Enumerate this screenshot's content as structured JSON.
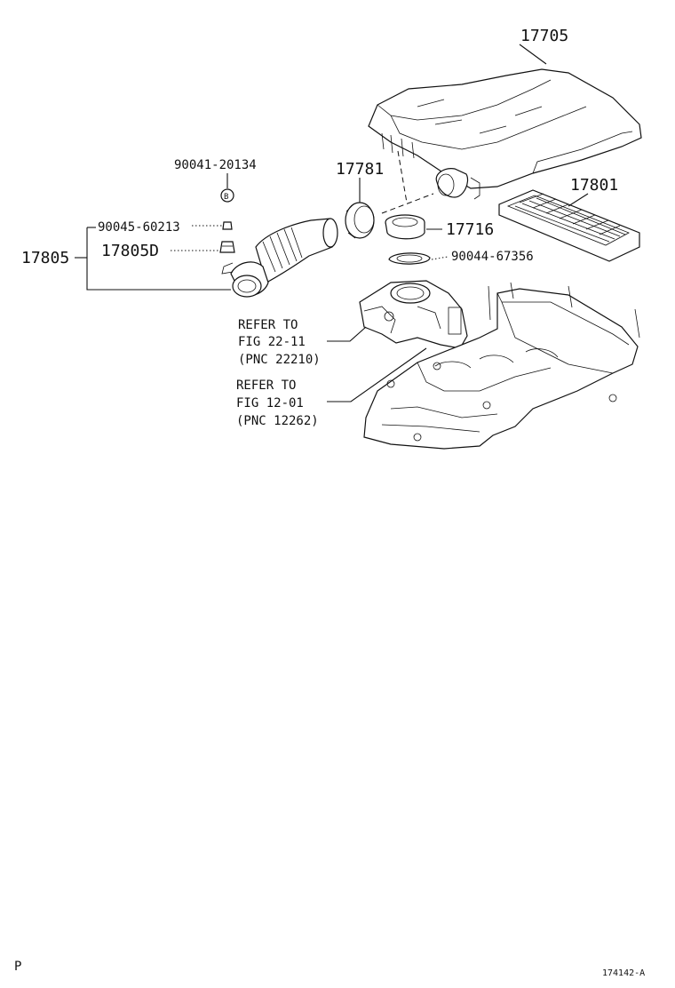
{
  "labels": {
    "air_cleaner_cap": "17705",
    "clamp_17781": "17781",
    "element_17801": "17801",
    "bolt_90041": "90041-20134",
    "clip_90045": "90045-60213",
    "hose_17805d": "17805D",
    "hose_assy_17805": "17805",
    "gasket_17716": "17716",
    "gasket_90044": "90044-67356"
  },
  "references": {
    "ref1": {
      "line1": "REFER TO",
      "line2": "FIG 22-11",
      "line3": "(PNC 22210)"
    },
    "ref2": {
      "line1": "REFER TO",
      "line2": "FIG 12-01",
      "line3": "(PNC 12262)"
    }
  },
  "bolt_marker": "B",
  "footer": {
    "left": "P",
    "right": "174142-A"
  }
}
